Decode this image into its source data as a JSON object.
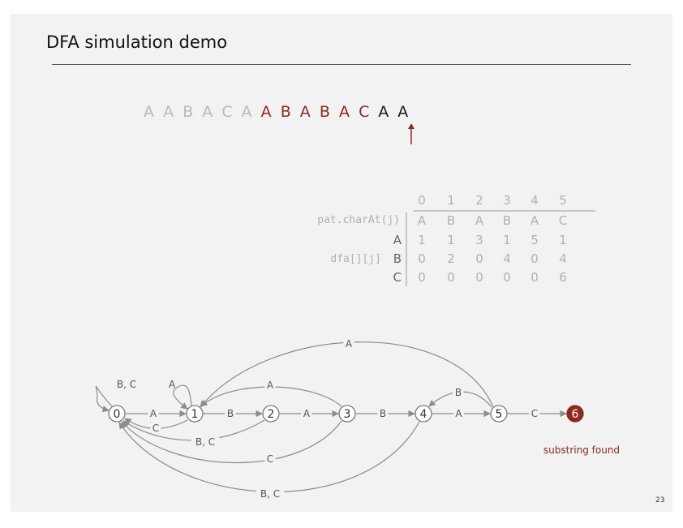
{
  "title": "DFA simulation demo",
  "text_chars": [
    "A",
    "A",
    "B",
    "A",
    "C",
    "A",
    "A",
    "B",
    "A",
    "B",
    "A",
    "C",
    "A",
    "A"
  ],
  "colors": {
    "matched": "#8b2a1f",
    "pending": "#1a1a1a",
    "faded": "#b9b9b9",
    "edge": "#8c8c8c",
    "accept_fill": "#8b2a1f"
  },
  "table": {
    "states": [
      "0",
      "1",
      "2",
      "3",
      "4",
      "5"
    ],
    "pattern_label": "pat.charAt(j)",
    "pattern": [
      "A",
      "B",
      "A",
      "B",
      "A",
      "C"
    ],
    "dfa_label": "dfa[][j]",
    "rows": [
      {
        "char": "A",
        "values": [
          "1",
          "1",
          "3",
          "1",
          "5",
          "1"
        ]
      },
      {
        "char": "B",
        "values": [
          "0",
          "2",
          "0",
          "4",
          "0",
          "4"
        ]
      },
      {
        "char": "C",
        "values": [
          "0",
          "0",
          "0",
          "0",
          "0",
          "6"
        ]
      }
    ]
  },
  "dfa": {
    "states": [
      "0",
      "1",
      "2",
      "3",
      "4",
      "5",
      "6"
    ],
    "forward_labels": [
      "A",
      "B",
      "A",
      "B",
      "A",
      "C"
    ],
    "back_labels": {
      "self0": "B, C",
      "self1": "A",
      "c1to0": "C",
      "bc2to0": "B, C",
      "a3to1": "A",
      "c3to0": "C",
      "b5to4": "B",
      "a5to1": "A",
      "bc4to0": "B, C"
    },
    "accept_label": "substring found"
  },
  "page_number": "23"
}
